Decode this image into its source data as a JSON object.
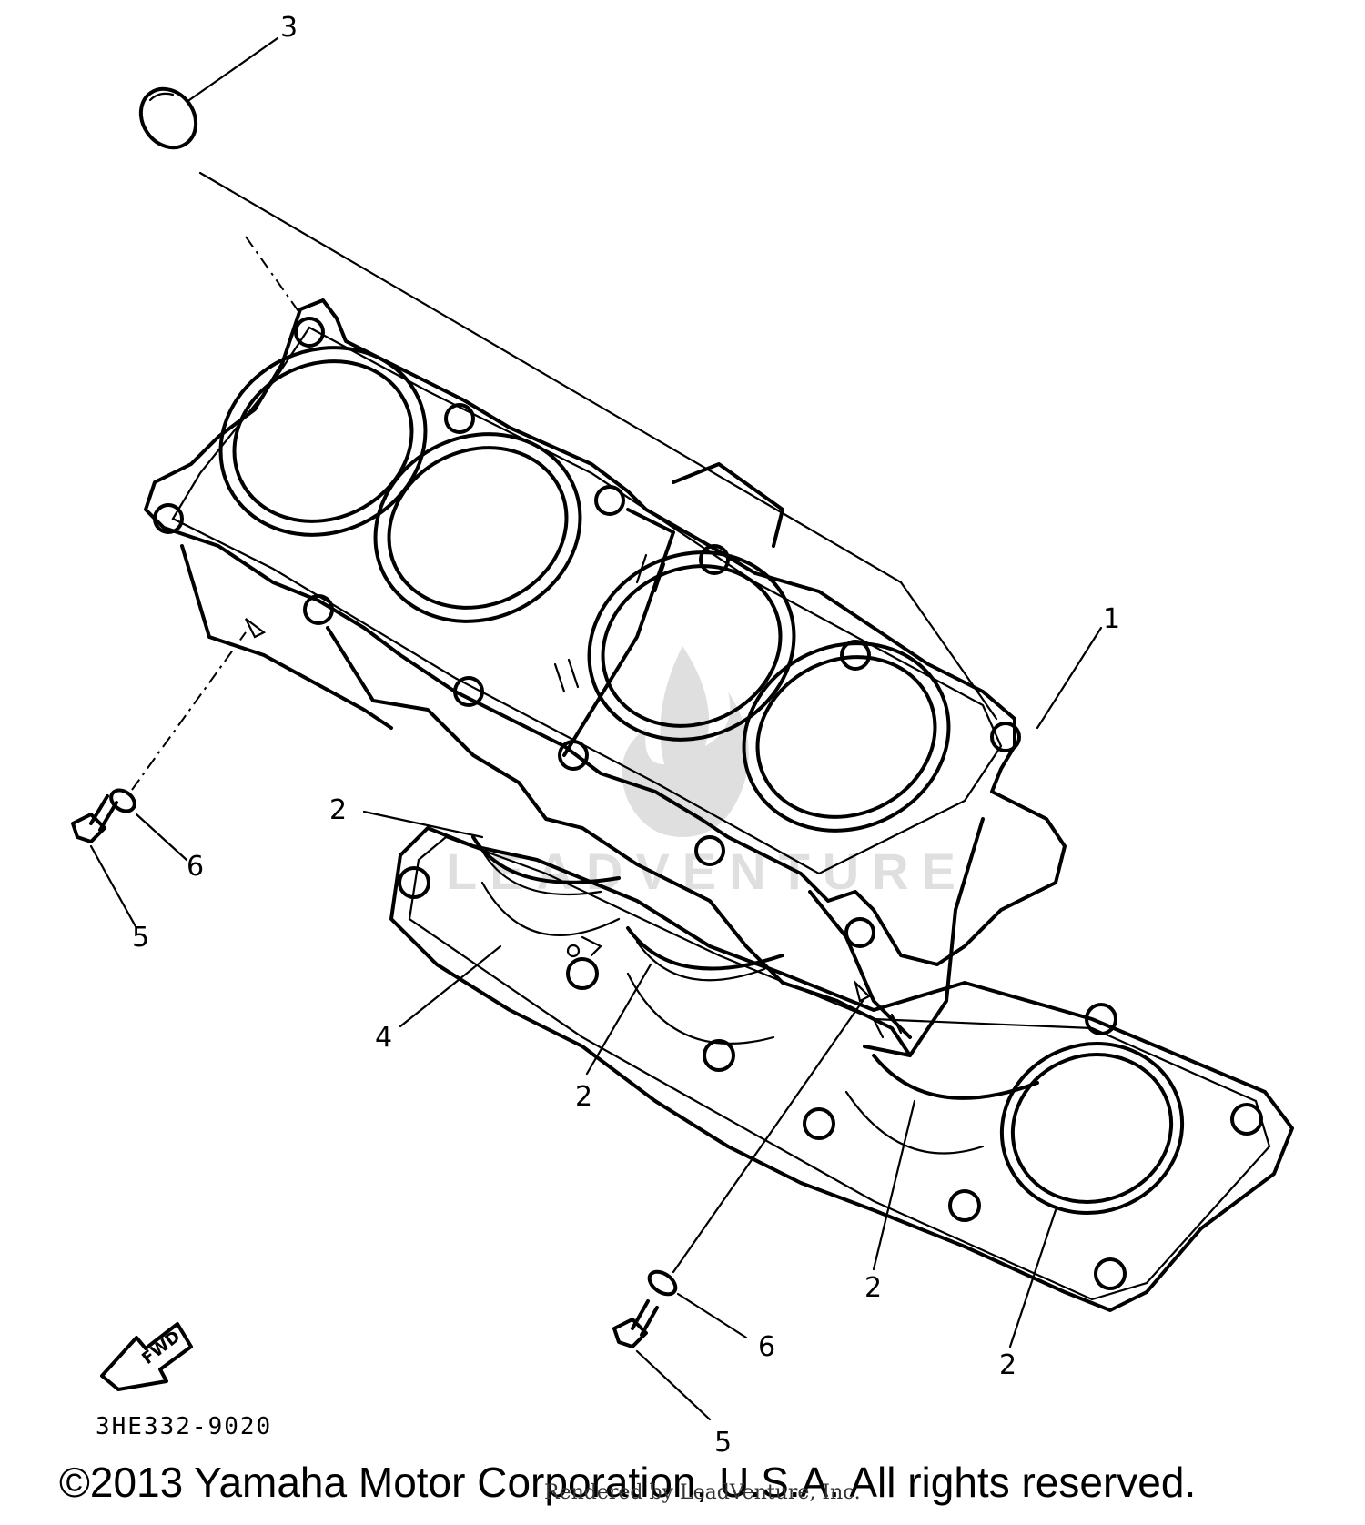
{
  "diagram": {
    "callouts": [
      {
        "id": "c3",
        "text": "3"
      },
      {
        "id": "c1",
        "text": "1"
      },
      {
        "id": "c2a",
        "text": "2"
      },
      {
        "id": "c6a",
        "text": "6"
      },
      {
        "id": "c5a",
        "text": "5"
      },
      {
        "id": "c4",
        "text": "4"
      },
      {
        "id": "c2b",
        "text": "2"
      },
      {
        "id": "c2c",
        "text": "2"
      },
      {
        "id": "c2d",
        "text": "2"
      },
      {
        "id": "c6b",
        "text": "6"
      },
      {
        "id": "c5b",
        "text": "5"
      }
    ],
    "fwd_label": "FWD",
    "part_code": "3HE332-9020",
    "copyright": "©2013 Yamaha Motor Corporation, U.S.A. All rights reserved.",
    "renderer": "Rendered by LeadVenture, Inc.",
    "watermark": "LEADVENTURE"
  }
}
